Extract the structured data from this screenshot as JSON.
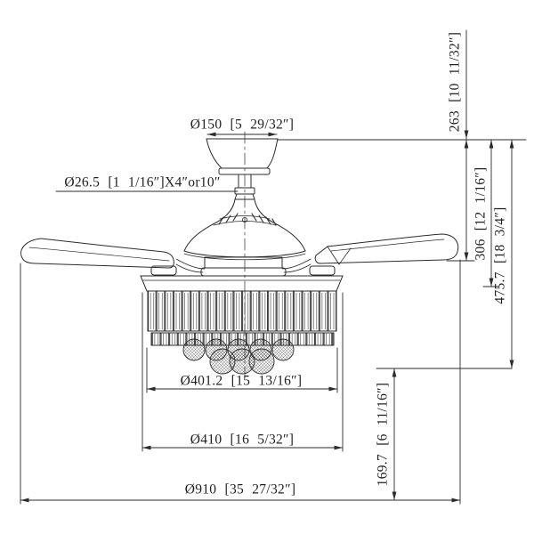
{
  "drawing": {
    "background": "#ffffff",
    "line_color": "#2b2b2b",
    "dimensions": {
      "canopy_diameter": "Ø150 [5 29/32″]",
      "downrod": "Ø26.5 [1 1/16″]X4″or10″",
      "ceiling_to_blade": "263 [10 11/32″]",
      "ceiling_to_body_bottom": "306 [12 1/16″]",
      "ceiling_to_light_bottom": "475.7 [18 3/4″]",
      "light_kit_height": "169.7 [6 11/16″]",
      "shade_diameter": "Ø401.2 [15 13/16″]",
      "light_kit_diameter": "Ø410 [16 5/32″]",
      "blade_sweep": "Ø910 [35 27/32″]"
    }
  }
}
